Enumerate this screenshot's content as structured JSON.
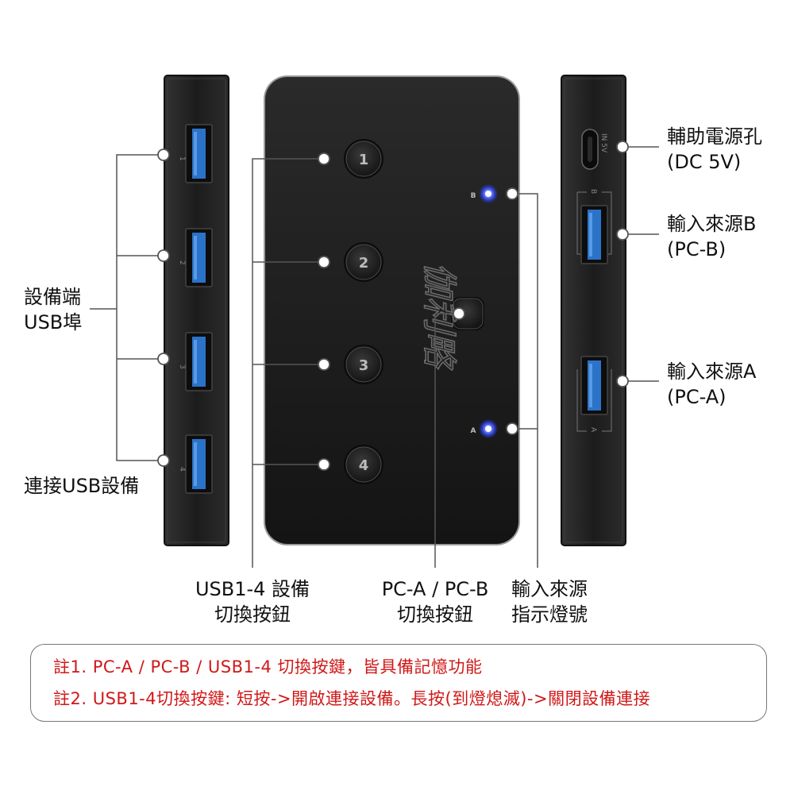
{
  "labels": {
    "device_ports_l1": "設備端",
    "device_ports_l2": "USB埠",
    "connect_devices": "連接USB設備",
    "aux_power_l1": "輔助電源孔",
    "aux_power_l2": "(DC 5V)",
    "input_b_l1": "輸入來源B",
    "input_b_l2": "(PC-B)",
    "input_a_l1": "輸入來源A",
    "input_a_l2": "(PC-A)",
    "usb_switch_l1": "USB1-4 設備",
    "usb_switch_l2": "切換按鈕",
    "pc_switch_l1": "PC-A / PC-B",
    "pc_switch_l2": "切換按鈕",
    "indicator_l1": "輸入來源",
    "indicator_l2": "指示燈號"
  },
  "device": {
    "buttons": [
      "1",
      "2",
      "3",
      "4"
    ],
    "left_port_numbers": [
      "1",
      "2",
      "3",
      "4"
    ],
    "led_b": "B",
    "led_a": "A",
    "brand_mark": "伽利略",
    "power_port_text": "IN 5V",
    "right_port_b": "B",
    "right_port_a": "A"
  },
  "notes": [
    "註1. PC-A / PC-B / USB1-4 切換按鍵，皆具備記憶功能",
    "註2. USB1-4切換按鍵: 短按->開啟連接設備。長按(到燈熄滅)->關閉設備連接"
  ],
  "colors": {
    "device_body": "#1e1e1e",
    "usb_port_blue": "#2b73c8",
    "led_blue": "#3355ff",
    "note_text": "#d01818",
    "leader_line": "#555555"
  }
}
